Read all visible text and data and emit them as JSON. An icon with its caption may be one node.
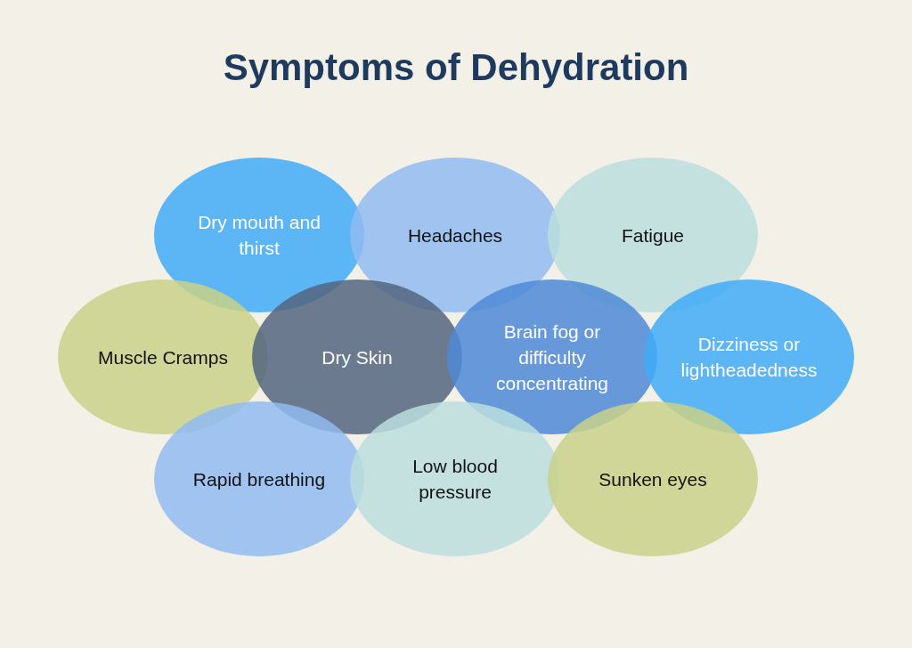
{
  "diagram": {
    "title": "Symptoms of Dehydration",
    "nodes": [
      {
        "text": [
          "Dry mouth and thirst"
        ]
      },
      {
        "text": [
          "Headaches"
        ]
      },
      {
        "text": [
          "Fatigue"
        ]
      },
      {
        "text": [
          "Muscle Cramps"
        ]
      },
      {
        "text": [
          "Dry Skin"
        ]
      },
      {
        "text": [
          "Brain fog or difficulty concentrating"
        ]
      },
      {
        "text": [
          "Dizziness or lightheadedness"
        ]
      },
      {
        "text": [
          "Rapid breathing"
        ]
      },
      {
        "text": [
          "Low blood pressure"
        ]
      },
      {
        "text": [
          "Sunken eyes"
        ]
      }
    ],
    "edges": []
  }
}
